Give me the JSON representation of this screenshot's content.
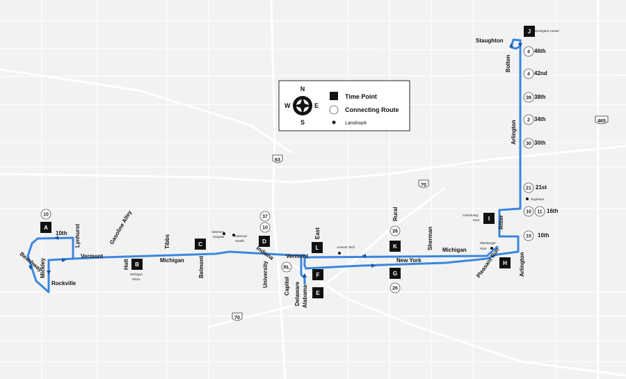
{
  "legend": {
    "compass": {
      "n": "N",
      "e": "E",
      "s": "S",
      "w": "W"
    },
    "time_point": "Time Point",
    "connecting_route": "Connecting Route",
    "landmark": "Landmark"
  },
  "colors": {
    "route": "#3a86e0",
    "background": "#f2f2f2",
    "streets": "#ffffff",
    "time_point": "#111111"
  },
  "streets": {
    "tenth_west": "10th",
    "lynhurst": "Lynhurst",
    "beachway": "Beachway",
    "mickley": "Mickley",
    "rockville": "Rockville",
    "vermont_west": "Vermont",
    "gasoline_alley": "Gasoline Alley",
    "holt": "Holt",
    "michigan_west": "Michigan",
    "tibbs": "Tibbs",
    "belmont": "Belmont",
    "indiana": "Indiana",
    "university": "University",
    "capitol": "Capitol",
    "vermont_east": "Vermont",
    "east": "East",
    "delaware": "Delaware",
    "alabama": "Alabama",
    "rural": "Rural",
    "new_york": "New York",
    "sherman": "Sherman",
    "michigan_east": "Michigan",
    "pleasant_run": "Pleasant Run",
    "ritter": "Ritter",
    "arlington_south": "Arlington",
    "tenth_east": "10th",
    "sixteenth": "16th",
    "twentyfirst": "21st",
    "thirtieth": "30th",
    "thirtyfourth": "34th",
    "thirtyeighth": "38th",
    "fortysecond": "42nd",
    "fortysixth": "46th",
    "arlington_north": "Arlington",
    "bolton": "Bolton",
    "staughton": "Staughton"
  },
  "time_points": {
    "a": "A",
    "b": "B",
    "c": "C",
    "d": "D",
    "e": "E",
    "f": "F",
    "g": "G",
    "h": "H",
    "i": "I",
    "j": "J",
    "k": "K",
    "l": "L"
  },
  "connecting_routes": {
    "r10_west": "10",
    "r37": "37",
    "r10_mid": "10",
    "r26_north": "26",
    "r26_south": "26",
    "rRL": "RL",
    "r21": "21",
    "r30": "30",
    "r2": "2",
    "r39": "39",
    "r4_42": "4",
    "r4_46": "4",
    "r10_16": "10",
    "r11": "11",
    "r10_10th": "10"
  },
  "landmarks": {
    "devington_center": "Devington Center",
    "raytheon": "Raytheon",
    "community_east": [
      "Community",
      "East"
    ],
    "ellenberger_park": [
      "Ellenberger",
      "Park"
    ],
    "arsenal_tech": "Arsenal Tech",
    "veterans_hospital": [
      "Veterans",
      "Hospital"
    ],
    "eskenazi_health": [
      "Eskenazi",
      "Health"
    ],
    "michigan_plaza": [
      "Michigan",
      "Plaza"
    ]
  },
  "highway_shields": {
    "i63": "63",
    "i70_north": "70",
    "i465": "465",
    "i70_south": "70"
  }
}
